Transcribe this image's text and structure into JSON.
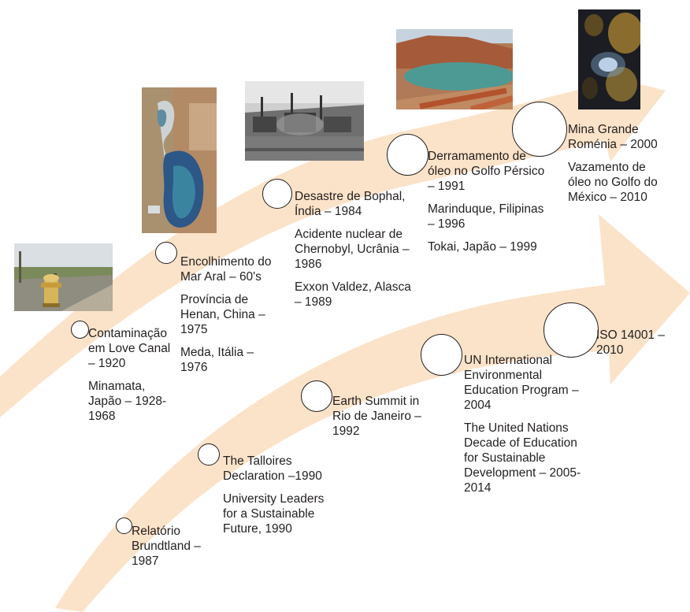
{
  "timeline_top": [
    {
      "paragraphs": [
        "Contaminação em Love Canal – 1920",
        "Minamata, Japão – 1928-1968"
      ]
    },
    {
      "paragraphs": [
        "Encolhimento do Mar Aral – 60's",
        "Província de Henan, China – 1975",
        "Meda, Itália – 1976"
      ]
    },
    {
      "paragraphs": [
        "Desastre de Bophal, Índia – 1984",
        "Acidente nuclear de Chernobyl, Ucrânia – 1986",
        "Exxon Valdez, Alasca – 1989"
      ]
    },
    {
      "paragraphs": [
        "Derramamento de óleo no Golfo Pérsico – 1991",
        "Marinduque, Filipinas – 1996",
        "Tokai, Japão – 1999"
      ]
    },
    {
      "paragraphs": [
        "Mina Grande Roménia – 2000",
        "Vazamento de óleo no Golfo do México – 2010"
      ]
    }
  ],
  "timeline_bottom": [
    {
      "paragraphs": [
        "Relatório Brundtland – 1987"
      ]
    },
    {
      "paragraphs": [
        "The Talloires Declaration –1990",
        "University Leaders for a Sustainable Future, 1990"
      ]
    },
    {
      "paragraphs": [
        "Earth Summit in Rio de Janeiro – 1992"
      ]
    },
    {
      "paragraphs": [
        "UN International Environmental Education Program – 2004",
        "The United Nations Decade of Education for Sustainable Development – 2005-2014"
      ]
    },
    {
      "paragraphs": [
        "ISO 14001 – 2010"
      ]
    }
  ],
  "colors": {
    "arrow": "#fbe3c9",
    "text": "#231f20",
    "circle_border": "#231f20"
  },
  "photos": [
    "fire-hydrant-photo",
    "aral-sea-satellite-photo",
    "industrial-city-photo",
    "mine-lake-pipes-photo",
    "underwater-oil-spill-photo"
  ]
}
